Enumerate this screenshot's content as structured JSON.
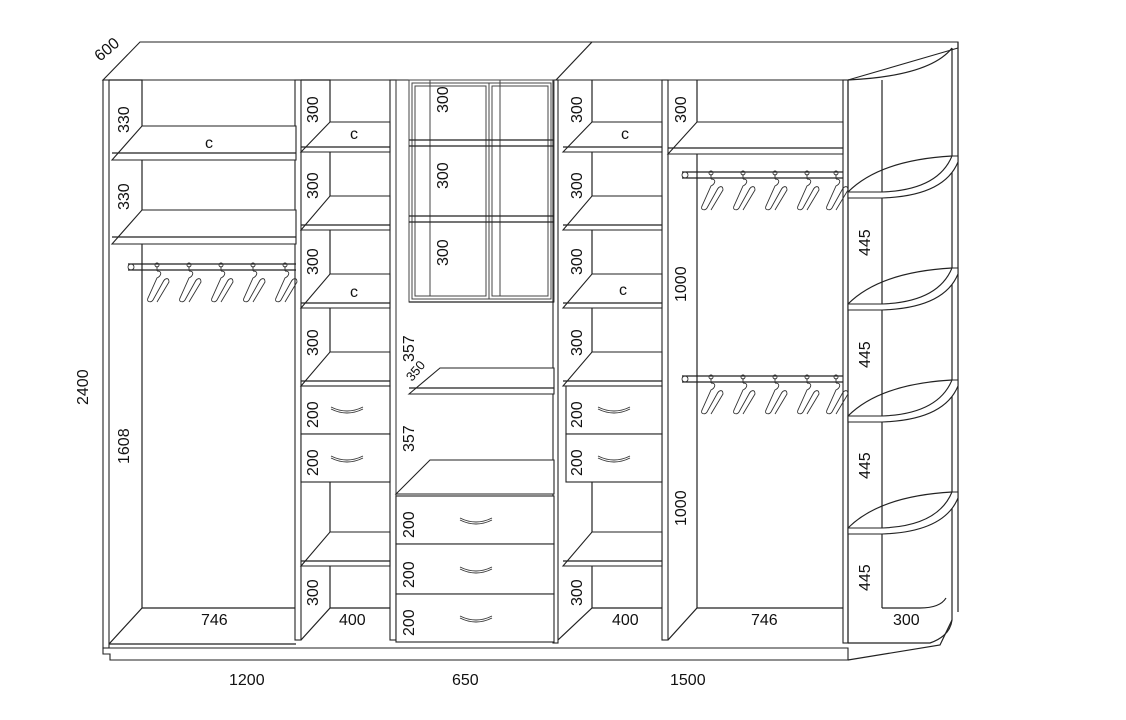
{
  "dimensions": {
    "depth": "600",
    "height": "2400",
    "widths": [
      "1200",
      "650",
      "1500"
    ],
    "left_section": {
      "shelf_gap_top": "330",
      "shelf_gap_second": "330",
      "hanging_height": "1608",
      "inner_width": "746",
      "shelf_label": "с"
    },
    "left_shelf_column": {
      "gaps": [
        "300",
        "300",
        "300",
        "300",
        "300"
      ],
      "drawers": [
        "200",
        "200"
      ],
      "inner_width": "400",
      "shelf_labels": [
        "с",
        "с"
      ]
    },
    "middle_section": {
      "glass_gaps": [
        "300",
        "300",
        "300"
      ],
      "lower_gaps": [
        "357",
        "357"
      ],
      "shelf_depth": "350",
      "drawers": [
        "200",
        "200",
        "200"
      ]
    },
    "right_shelf_column": {
      "gaps": [
        "300",
        "300",
        "300",
        "300",
        "300"
      ],
      "drawers": [
        "200",
        "200"
      ],
      "inner_width": "400",
      "shelf_labels": [
        "с",
        "с"
      ]
    },
    "right_hanging_section": {
      "top_gap": "300",
      "upper_hanging": "1000",
      "lower_hanging": "1000",
      "inner_width": "746"
    },
    "corner_section": {
      "gaps": [
        "445",
        "445",
        "445",
        "445"
      ],
      "width": "300"
    }
  }
}
